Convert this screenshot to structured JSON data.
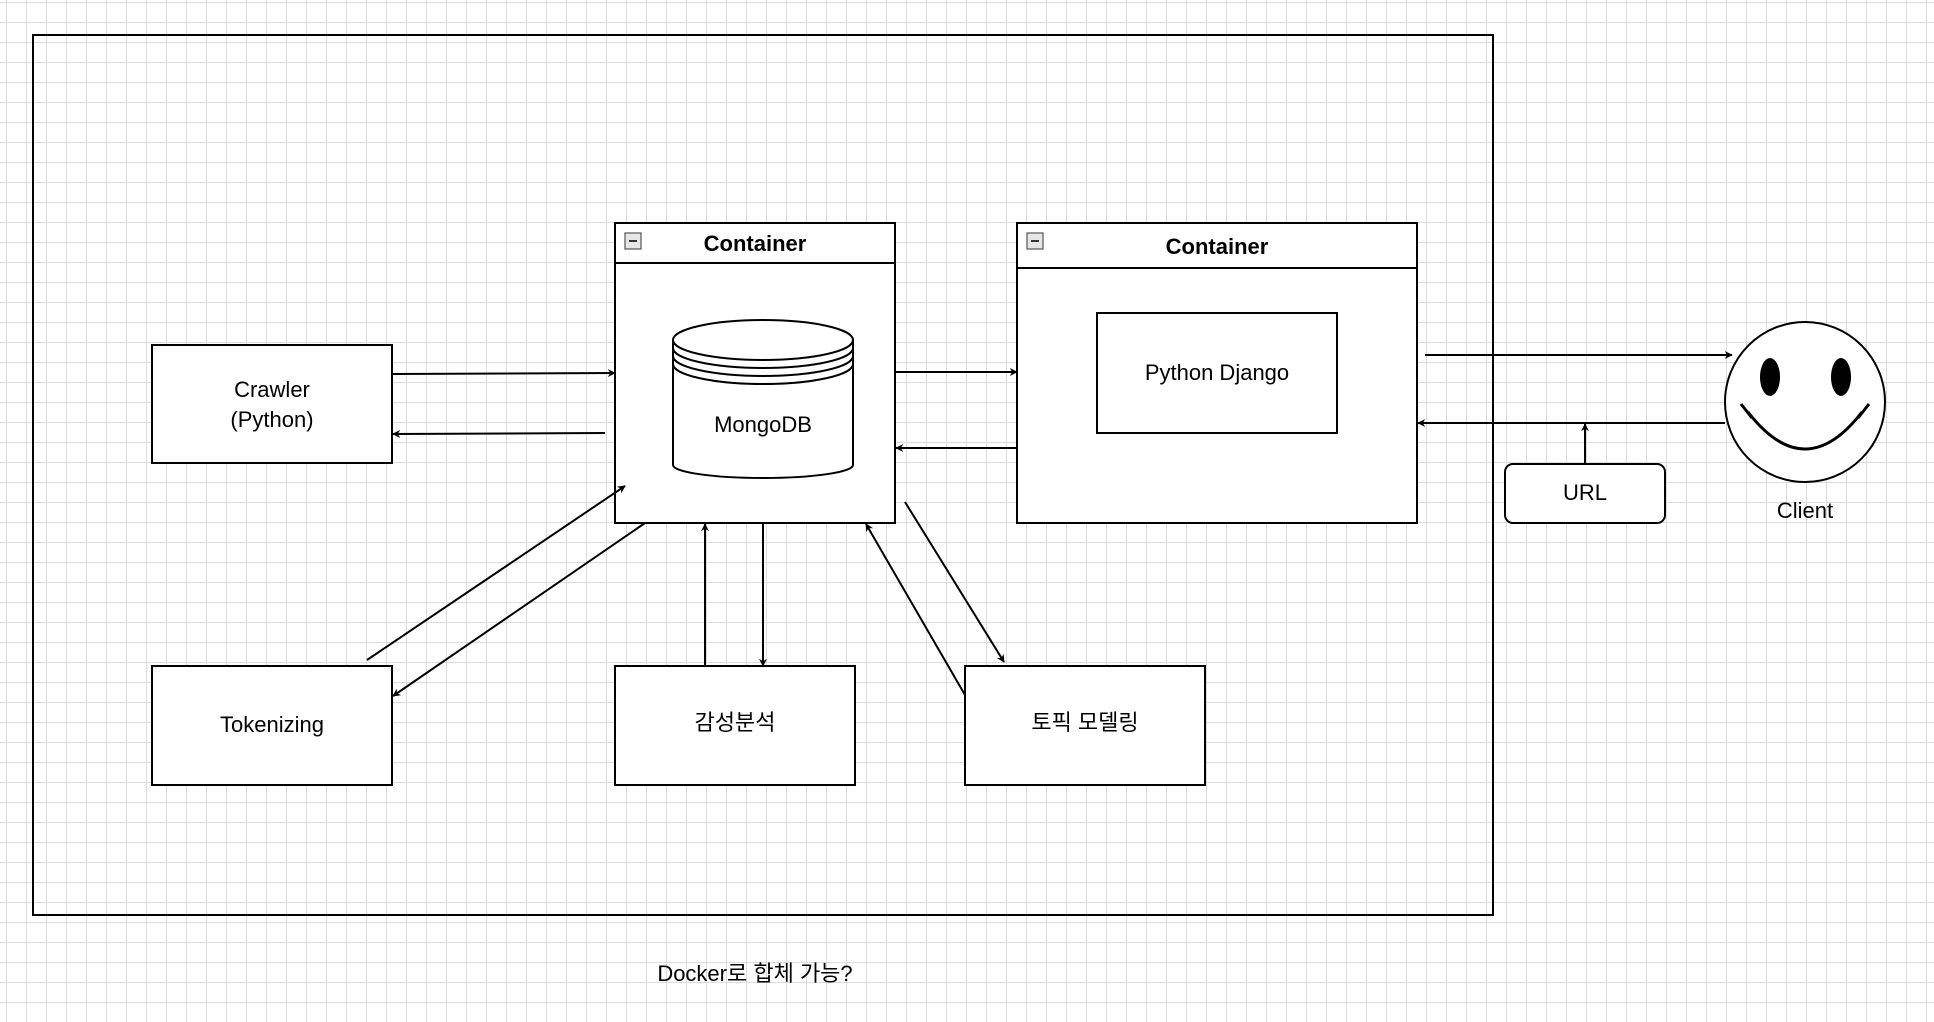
{
  "nodes": {
    "crawler": {
      "line1": "Crawler",
      "line2": "(Python)"
    },
    "container_db": {
      "title": "Container"
    },
    "mongodb": {
      "label": "MongoDB"
    },
    "container_web": {
      "title": "Container"
    },
    "django": {
      "label": "Python Django"
    },
    "tokenizing": {
      "label": "Tokenizing"
    },
    "sentiment": {
      "label": "감성분석"
    },
    "topic": {
      "label": "토픽 모델링"
    },
    "url": {
      "label": "URL"
    },
    "client": {
      "label": "Client"
    }
  },
  "footer_note": "Docker로 합체 가능?",
  "edges": [
    {
      "from": "crawler",
      "to": "container_db"
    },
    {
      "from": "container_db",
      "to": "crawler"
    },
    {
      "from": "tokenizing",
      "to": "container_db"
    },
    {
      "from": "container_db",
      "to": "tokenizing"
    },
    {
      "from": "sentiment",
      "to": "container_db"
    },
    {
      "from": "container_db",
      "to": "sentiment"
    },
    {
      "from": "topic",
      "to": "container_db"
    },
    {
      "from": "container_db",
      "to": "topic"
    },
    {
      "from": "container_db",
      "to": "container_web"
    },
    {
      "from": "container_web",
      "to": "container_db"
    },
    {
      "from": "container_web",
      "to": "client"
    },
    {
      "from": "client",
      "to": "container_web"
    },
    {
      "from": "url",
      "to": "container_web"
    }
  ]
}
